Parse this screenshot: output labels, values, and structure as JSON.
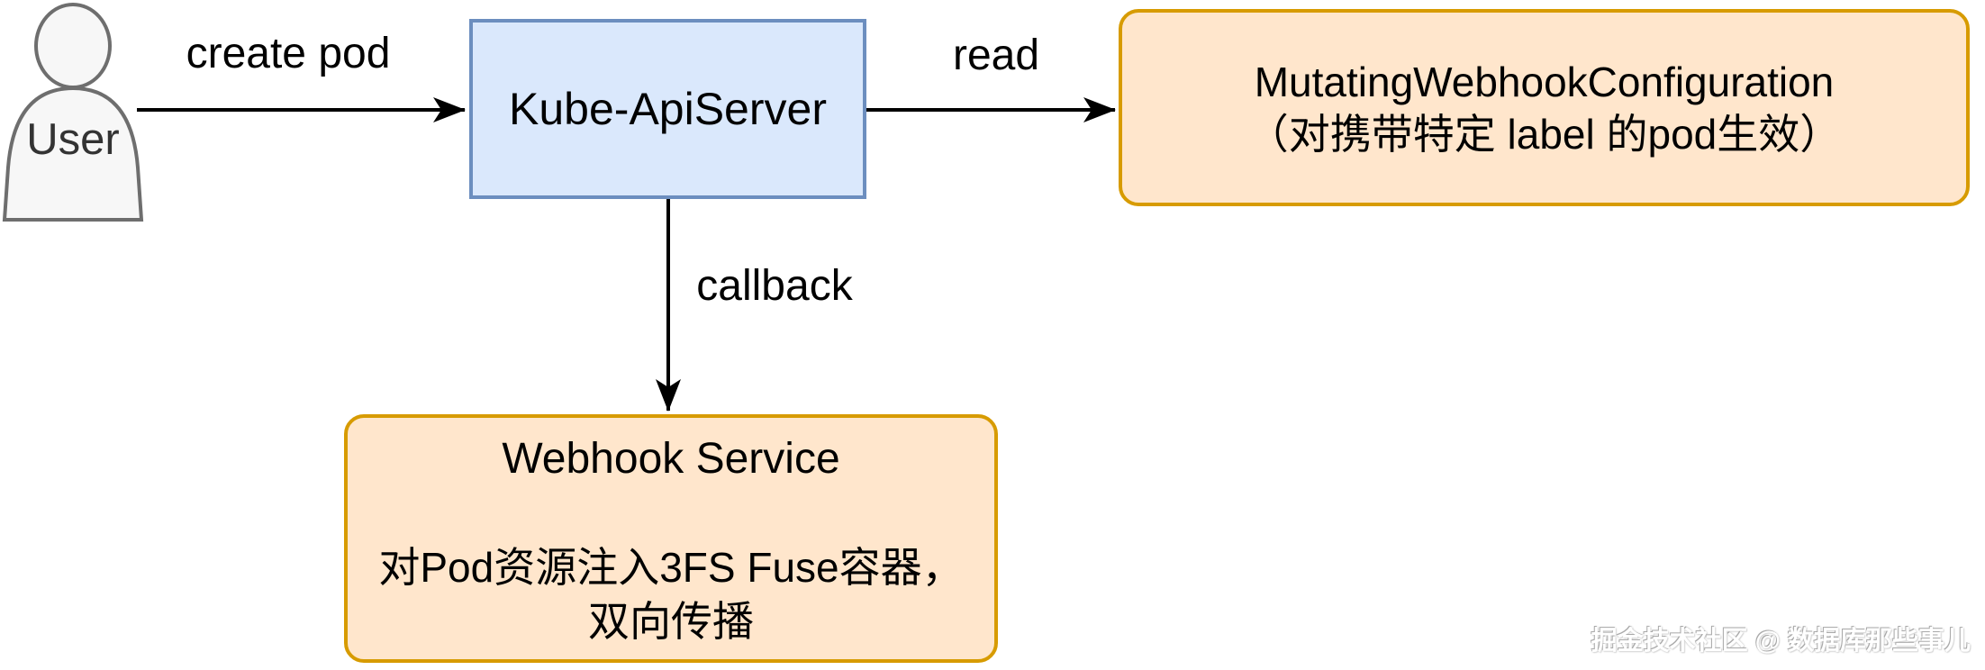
{
  "actor": {
    "label": "User"
  },
  "nodes": {
    "apiserver": {
      "label": "Kube-ApiServer"
    },
    "mutating": {
      "line1": "MutatingWebhookConfiguration",
      "line2": "（对携带特定 label 的pod生效）"
    },
    "webhook": {
      "title": "Webhook Service",
      "body_line1": "对Pod资源注入3FS Fuse容器，",
      "body_line2": "双向传播"
    }
  },
  "edges": {
    "create_pod": {
      "label": "create pod"
    },
    "read": {
      "label": "read"
    },
    "callback": {
      "label": "callback"
    }
  },
  "watermark": {
    "text": "掘金技术社区 @ 数据库那些事儿"
  },
  "colors": {
    "blue_node_fill": "#dae8fc",
    "blue_node_border": "#6c8ebf",
    "orange_node_fill": "#ffe6cc",
    "orange_node_border": "#d79b00",
    "actor_fill": "#f7f7f7",
    "actor_border": "#6e6e6e",
    "arrow": "#000000"
  }
}
